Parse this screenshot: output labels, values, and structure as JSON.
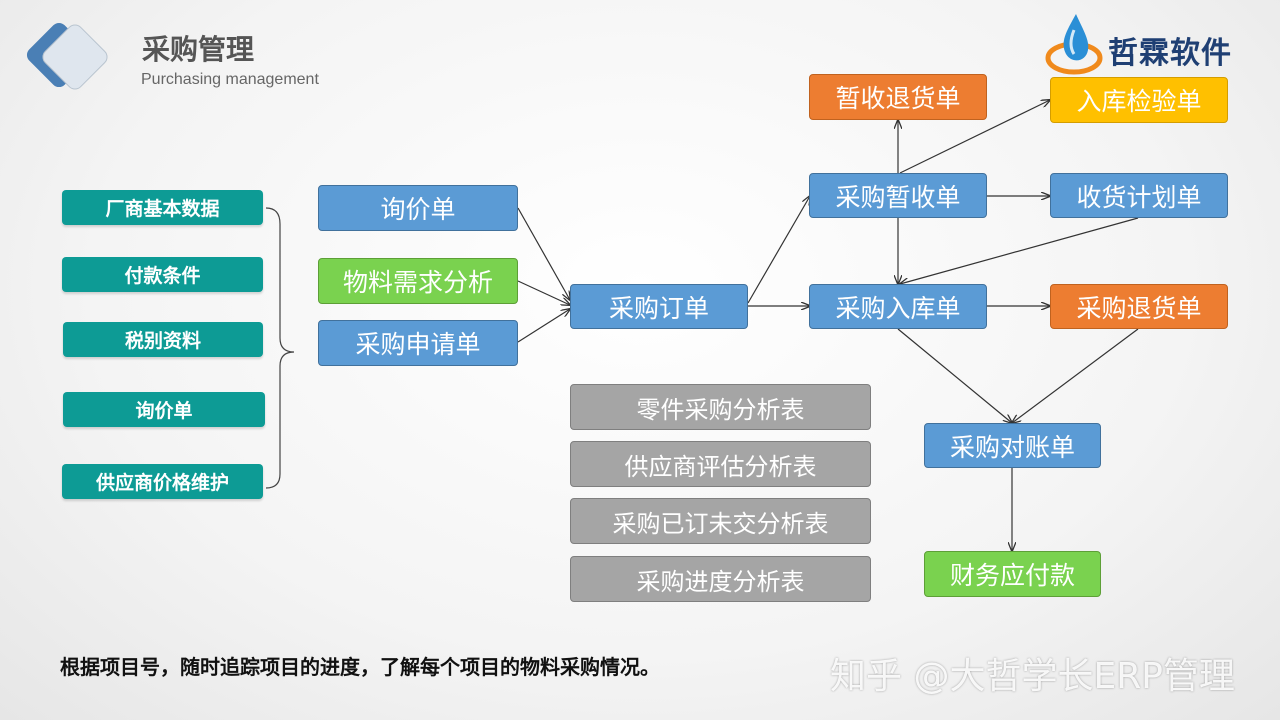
{
  "header": {
    "title": "采购管理",
    "subtitle": "Purchasing management",
    "brand": "哲霖软件"
  },
  "base_data": [
    "厂商基本数据",
    "付款条件",
    "税别资料",
    "询价单",
    "供应商价格维护"
  ],
  "inputs": {
    "inquiry": "询价单",
    "material_analysis": "物料需求分析",
    "purchase_request": "采购申请单"
  },
  "flow": {
    "purchase_order": "采购订单",
    "temp_receipt": "采购暂收单",
    "temp_return": "暂收退货单",
    "inbound_inspection": "入库检验单",
    "receiving_plan": "收货计划单",
    "purchase_inbound": "采购入库单",
    "purchase_return": "采购退货单",
    "reconciliation": "采购对账单",
    "accounts_payable": "财务应付款"
  },
  "reports": [
    "零件采购分析表",
    "供应商评估分析表",
    "采购已订未交分析表",
    "采购进度分析表"
  ],
  "footer": "根据项目号，随时追踪项目的进度，了解每个项目的物料采购情况。",
  "watermark": "知乎 @大哲学长ERP管理",
  "colors": {
    "teal": "#0d9b95",
    "blue": "#5b9bd5",
    "green": "#7ad24f",
    "orange": "#ed7d31",
    "yellow": "#ffc000",
    "gray": "#a5a5a5"
  }
}
